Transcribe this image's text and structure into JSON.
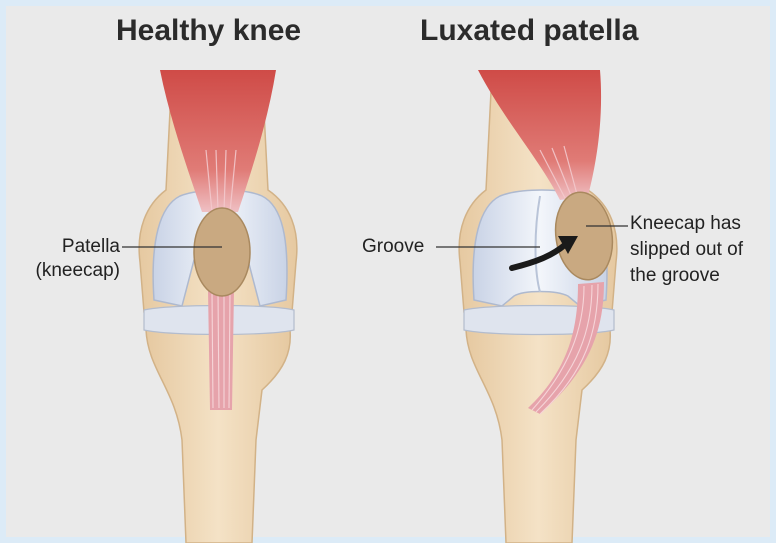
{
  "panels": {
    "left": {
      "title": "Healthy knee"
    },
    "right": {
      "title": "Luxated patella"
    }
  },
  "labels": {
    "patella_line1": "Patella",
    "patella_line2": "(kneecap)",
    "groove": "Groove",
    "kneecap_line1": "Kneecap has",
    "kneecap_line2": "slipped out of",
    "kneecap_line3": "the groove"
  },
  "colors": {
    "background": "#eaeaea",
    "border": "#dcebf7",
    "bone": "#efd9b8",
    "bone_shade": "#e0c49a",
    "cartilage": "#d9e2f0",
    "muscle": "#d9645f",
    "tendon": "#e7a9b0",
    "patella": "#c8a880",
    "arrow": "#1a1a1a"
  }
}
